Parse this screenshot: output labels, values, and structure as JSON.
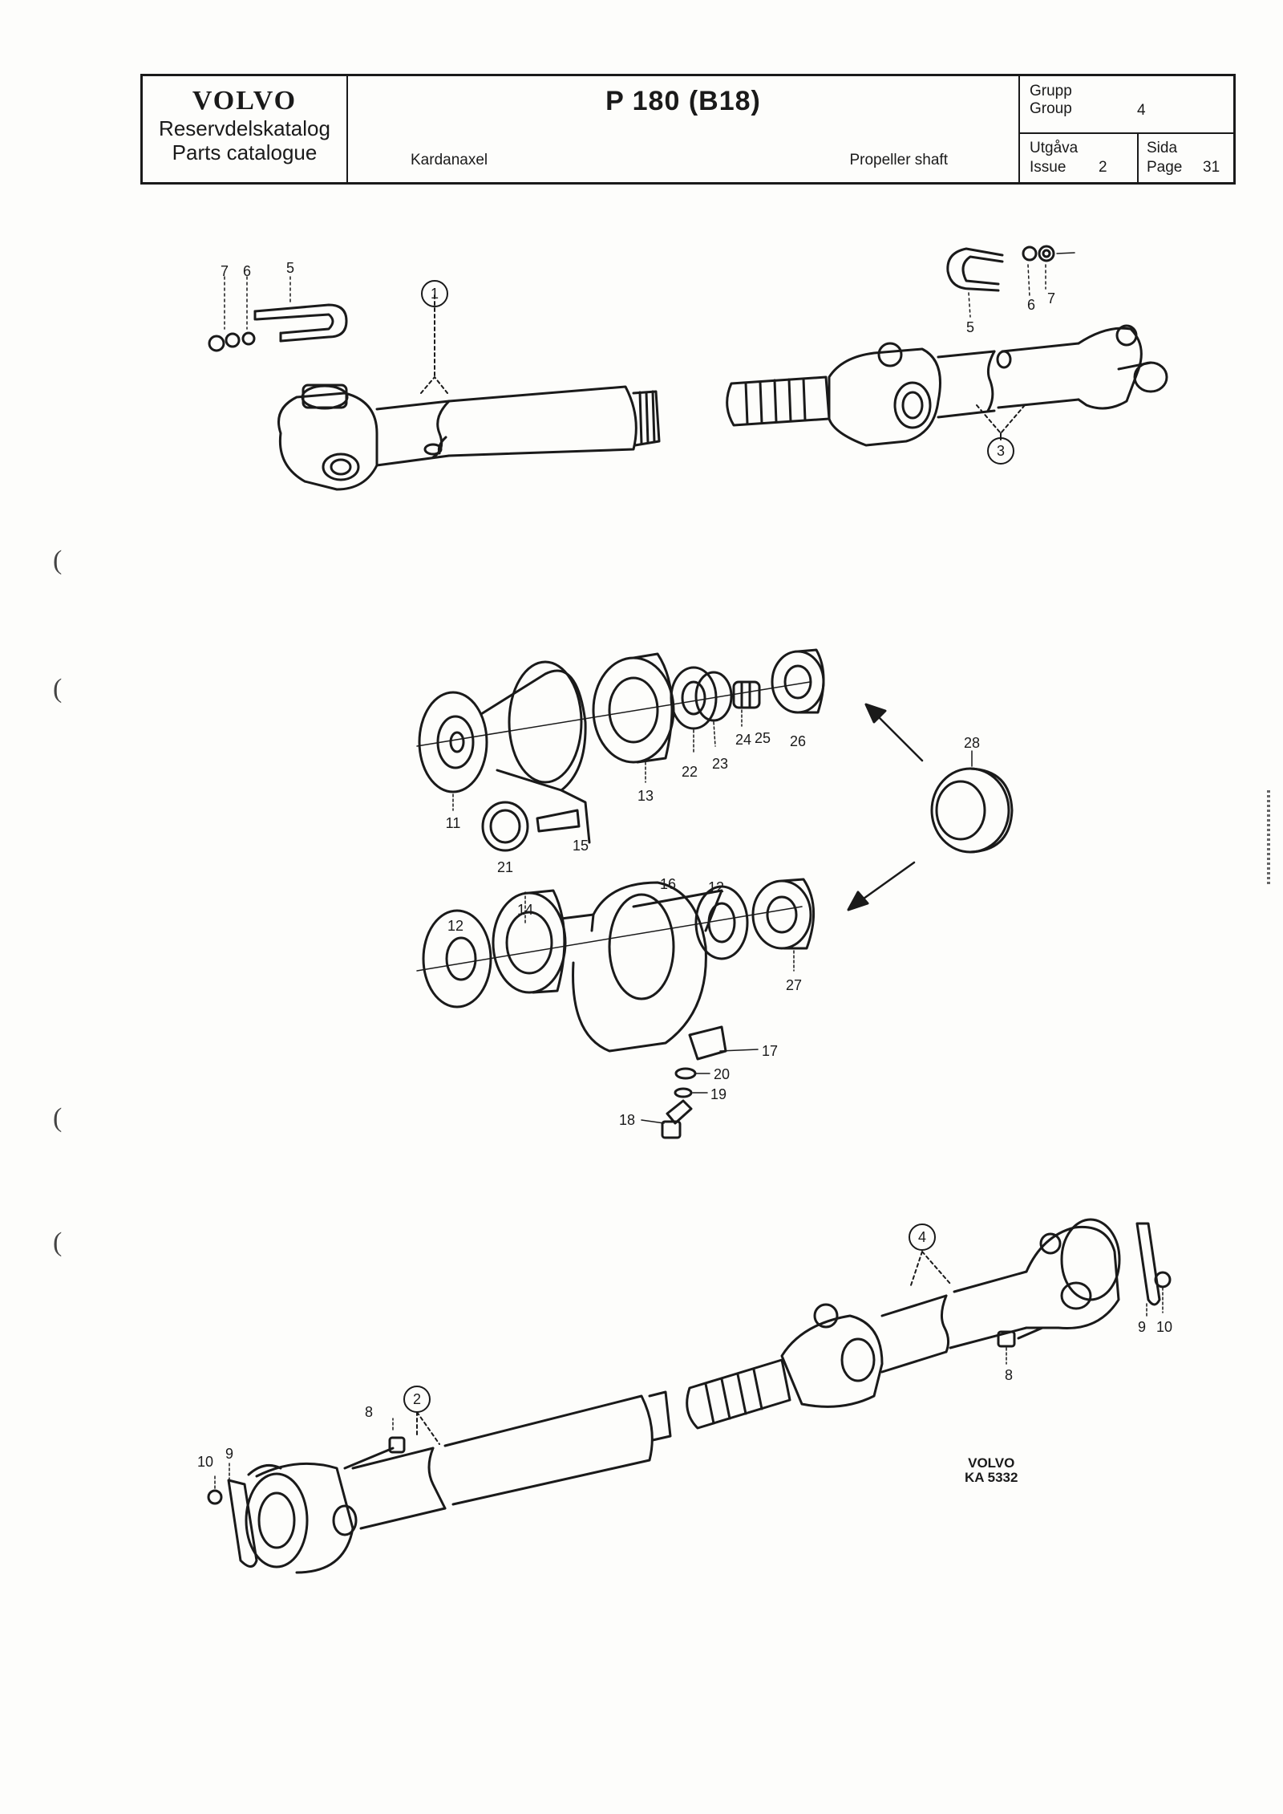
{
  "header": {
    "brand": "VOLVO",
    "catalog_sv": "Reservdelskatalog",
    "catalog_en": "Parts catalogue",
    "model_title": "P 180 (B18)",
    "section_sv": "Kardanaxel",
    "section_en": "Propeller shaft",
    "group_label_sv": "Grupp",
    "group_label_en": "Group",
    "group_value": "4",
    "issue_label_sv": "Utgåva",
    "issue_label_en": "Issue",
    "issue_value": "2",
    "page_label_sv": "Sida",
    "page_label_en": "Page",
    "page_value": "31"
  },
  "callouts": {
    "c1": "1",
    "c2": "2",
    "c3": "3",
    "c4": "4",
    "c5": "5",
    "c6": "6",
    "c7": "7",
    "c8": "8",
    "c9": "9",
    "c10": "10",
    "c11": "11",
    "c12": "12",
    "c13": "13",
    "c14": "14",
    "c15": "15",
    "c16": "16",
    "c17": "17",
    "c18": "18",
    "c19": "19",
    "c20": "20",
    "c21": "21",
    "c22": "22",
    "c23": "23",
    "c24": "24",
    "c25": "25",
    "c26": "26",
    "c27": "27",
    "c28": "28"
  },
  "footer": {
    "brand": "VOLVO",
    "drawing_no": "KA 5332"
  }
}
